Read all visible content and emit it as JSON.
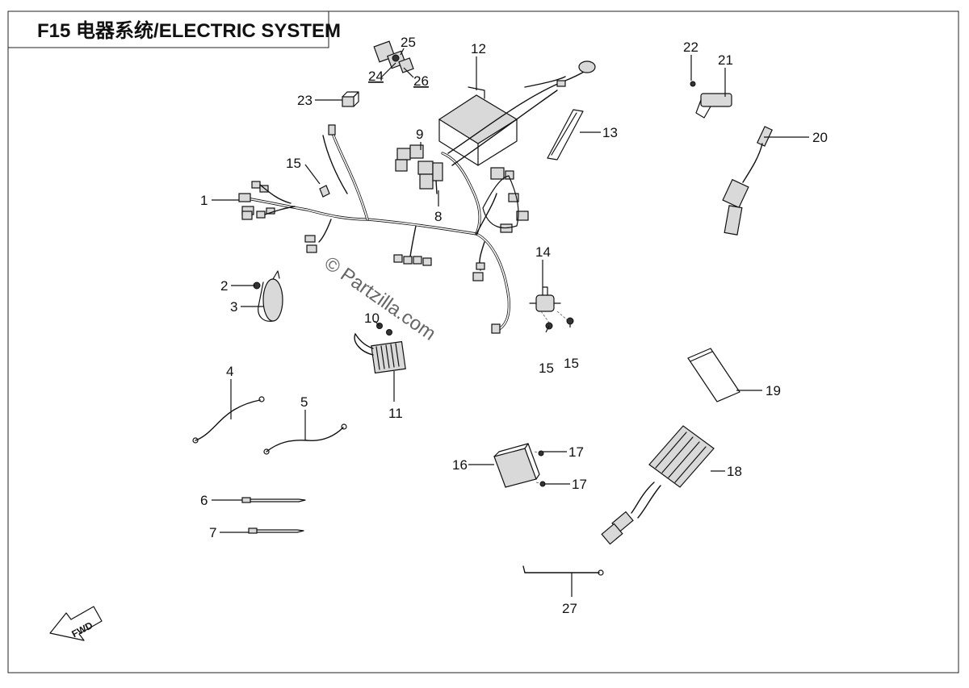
{
  "title": "F15 电器系统/ELECTRIC SYSTEM",
  "watermark": "© Partzilla.com",
  "fwd_label": "FWD",
  "callouts": [
    "1",
    "2",
    "3",
    "4",
    "5",
    "6",
    "7",
    "8",
    "9",
    "10",
    "11",
    "12",
    "13",
    "14",
    "15",
    "15",
    "15",
    "16",
    "17",
    "17",
    "18",
    "19",
    "20",
    "21",
    "22",
    "23",
    "24",
    "25",
    "26",
    "27"
  ]
}
